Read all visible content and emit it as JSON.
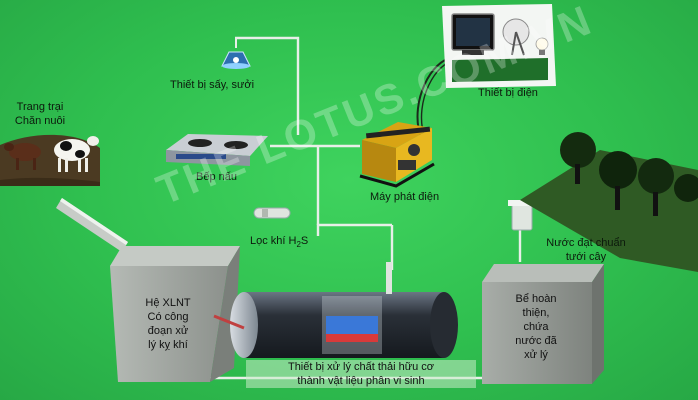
{
  "labels": {
    "drying_device": "Thiết bị sấy, sưởi",
    "electric_device": "Thiết bị điện",
    "farm_line1": "Trang trại",
    "farm_line2": "Chăn nuôi",
    "stove": "Bếp nấu",
    "generator": "Máy phát điện",
    "h2s_filter_prefix": "Lọc khí H",
    "h2s_filter_sub": "2",
    "h2s_filter_suffix": "S",
    "clean_water_line1": "Nước đạt chuẩn",
    "clean_water_line2": "tưới cây",
    "treatment_line1": "Hệ XLNT",
    "treatment_line2": "Có công",
    "treatment_line3": "đoạn xử",
    "treatment_line4": "lý kỵ khí",
    "finish_tank_line1": "Bể hoàn",
    "finish_tank_line2": "thiện,",
    "finish_tank_line3": "chứa",
    "finish_tank_line4": "nước đã",
    "finish_tank_line5": "xử lý",
    "digester_line1": "Thiết bị xử lý chất thải hữu cơ",
    "digester_line2": "thành vật liệu phân vi sinh",
    "watermark": "THE LOTUS.COM.VN"
  },
  "colors": {
    "background": "#33cc55",
    "pipe": "#e6eee6",
    "box": "#9aa09a",
    "digester_body": "#2a3038",
    "digester_core": "#3a78d8"
  },
  "icons": [
    "cow-icon",
    "gas-stove-icon",
    "lamp-icon",
    "tv-icon",
    "satellite-dish-icon",
    "light-bulb-icon",
    "generator-icon",
    "h2s-filter-icon",
    "water-tap-icon",
    "tree-icon"
  ]
}
